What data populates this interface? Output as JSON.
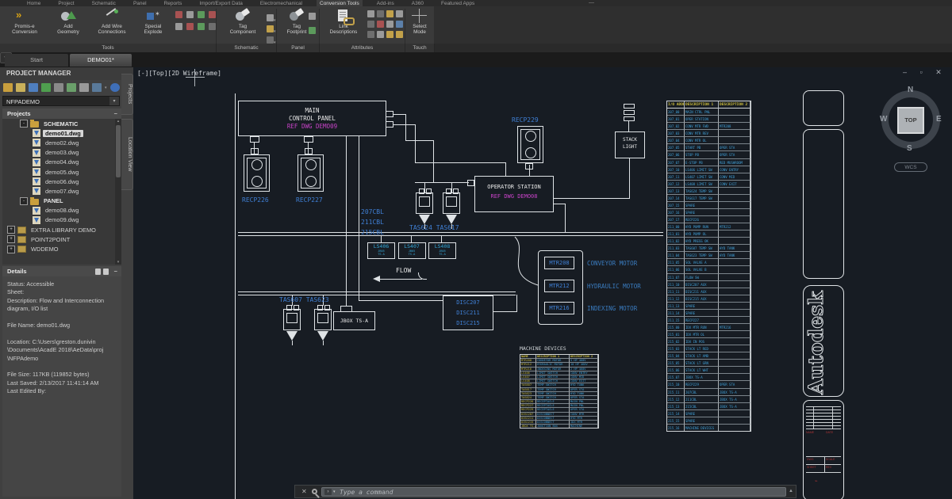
{
  "ribbon": {
    "tabs": [
      "Home",
      "Project",
      "Schematic",
      "Panel",
      "Reports",
      "Import/Export Data",
      "Electromechanical",
      "Conversion Tools",
      "Add-ins",
      "A360",
      "Featured Apps"
    ],
    "active_tab": "Conversion Tools",
    "window_min_glyph": "—",
    "big_buttons": {
      "promise_conversion": "Promis-e\nConversion",
      "add_geometry": "Add\nGeometry",
      "add_wire_connections": "Add Wire\nConnections",
      "special_explode": "Special\nExplode",
      "tag_component": "Tag\nComponent",
      "tag_footprint": "Tag\nFootprint",
      "link_descriptions": "Link\nDescriptions",
      "select_mode": "Select\nMode"
    },
    "group_labels": [
      "Tools",
      "Schematic",
      "Panel",
      "Attributes",
      "Touch"
    ]
  },
  "file_tabs": {
    "start": "Start",
    "drawing": "DEMO01*",
    "new_tab": "+"
  },
  "project_manager": {
    "title": "PROJECT MANAGER",
    "project_combo": "NFPADEMO",
    "combo_caret": "▾",
    "projects_header": "Projects",
    "projects_min": "−",
    "vertical_tabs": [
      "Projects",
      "Location View"
    ],
    "tree": [
      {
        "type": "folder",
        "label": "SCHEMATIC",
        "level": 1,
        "exp": "-"
      },
      {
        "type": "dwg",
        "label": "demo01.dwg",
        "level": 2,
        "selected": true
      },
      {
        "type": "dwg",
        "label": "demo02.dwg",
        "level": 2
      },
      {
        "type": "dwg",
        "label": "demo03.dwg",
        "level": 2
      },
      {
        "type": "dwg",
        "label": "demo04.dwg",
        "level": 2
      },
      {
        "type": "dwg",
        "label": "demo05.dwg",
        "level": 2
      },
      {
        "type": "dwg",
        "label": "demo06.dwg",
        "level": 2
      },
      {
        "type": "dwg",
        "label": "demo07.dwg",
        "level": 2
      },
      {
        "type": "folder",
        "label": "PANEL",
        "level": 1,
        "exp": "-"
      },
      {
        "type": "dwg",
        "label": "demo08.dwg",
        "level": 2
      },
      {
        "type": "dwg",
        "label": "demo09.dwg",
        "level": 2
      },
      {
        "type": "proj",
        "label": "EXTRA LIBRARY DEMO",
        "level": 0,
        "exp": "+"
      },
      {
        "type": "proj",
        "label": "POINT2POINT",
        "level": 0,
        "exp": "+"
      },
      {
        "type": "proj",
        "label": "WDDEMO",
        "level": 0,
        "exp": "+"
      }
    ],
    "details": {
      "title": "Details",
      "min": "−",
      "lines": [
        "Status: Accessible",
        "Sheet:",
        "Description: Flow and Interconnection",
        "diagram, I/O list",
        "",
        "File Name: demo01.dwg",
        "",
        "Location: C:\\Users\\greston.dunivin",
        "\\Documents\\AcadE 2018\\AeData\\proj",
        "\\NFPAdemo",
        "",
        "File Size: 117KB (119852 bytes)",
        "Last Saved: 2/13/2017 11:41:14 AM",
        "Last Edited By:"
      ]
    }
  },
  "canvas": {
    "viewport_label": "[-][Top][2D Wireframe]",
    "window_controls": [
      "–",
      "▫",
      "✕"
    ],
    "viewcube": {
      "n": "N",
      "s": "S",
      "e": "E",
      "w": "W",
      "top": "TOP",
      "wcs": "WCS"
    },
    "schematic": {
      "main_panel": {
        "line1": "MAIN",
        "line2": "CONTROL PANEL",
        "ref": "REF DWG DEMO09"
      },
      "operator_station": {
        "line1": "OPERATOR STATION",
        "ref": "REF DWG DEMO08"
      },
      "stack_light": [
        "STACK",
        "LIGHT"
      ],
      "receptacles": [
        "RECP226",
        "RECP227",
        "RECP229"
      ],
      "cables": [
        "207CBL",
        "211CBL",
        "215CBL"
      ],
      "tas_top": "TAS624 TAS617",
      "tas_bottom": "TAS607 TAS623",
      "ls_switches": [
        {
          "tag": "LS406",
          "sub1": "JB05",
          "sub2": "TS-A"
        },
        {
          "tag": "LS407",
          "sub1": "JB05",
          "sub2": "TS-A"
        },
        {
          "tag": "LS408",
          "sub1": "JB05",
          "sub2": "TS-A"
        }
      ],
      "jbox": "JBOX TS-A",
      "disc": [
        "DISC207",
        "DISC211",
        "DISC215"
      ],
      "motors": [
        {
          "tag": "MTR208",
          "desc": "CONVEYOR  MOTOR"
        },
        {
          "tag": "MTR212",
          "desc": "HYDRAULIC  MOTOR"
        },
        {
          "tag": "MTR216",
          "desc": "INDEXING  MOTOR"
        }
      ],
      "flow": "FLOW"
    },
    "io_table": {
      "headers": [
        "I/O ADDR",
        "DESCRIPTION 1",
        "DESCRIPTION 2"
      ],
      "rows": [
        [
          "207_00",
          "MAIN CTRL PNL",
          ""
        ],
        [
          "207_01",
          "OPER STATION",
          ""
        ],
        [
          "207_02",
          "CONV MTR FWD",
          "MTR208"
        ],
        [
          "207_03",
          "CONV MTR REV",
          ""
        ],
        [
          "207_04",
          "CONV MTR OL",
          ""
        ],
        [
          "207_05",
          "START PB",
          "OPER STA"
        ],
        [
          "207_06",
          "STOP PB",
          "OPER STA"
        ],
        [
          "207_07",
          "E-STOP PB",
          "RED MUSHROOM"
        ],
        [
          "207_10",
          "LS406 LIMIT SW",
          "CONV ENTRY"
        ],
        [
          "207_11",
          "LS407 LIMIT SW",
          "CONV MID"
        ],
        [
          "207_12",
          "LS408 LIMIT SW",
          "CONV EXIT"
        ],
        [
          "207_13",
          "TAS624 TEMP SW",
          ""
        ],
        [
          "207_14",
          "TAS617 TEMP SW",
          ""
        ],
        [
          "207_15",
          "SPARE",
          ""
        ],
        [
          "207_16",
          "SPARE",
          ""
        ],
        [
          "207_17",
          "RECP226",
          ""
        ],
        [
          "211_00",
          "HYD PUMP RUN",
          "MTR212"
        ],
        [
          "211_01",
          "HYD PUMP OL",
          ""
        ],
        [
          "211_02",
          "HYD PRESS OK",
          ""
        ],
        [
          "211_03",
          "TAS607 TEMP SW",
          "HYD TANK"
        ],
        [
          "211_04",
          "TAS623 TEMP SW",
          "HYD TANK"
        ],
        [
          "211_05",
          "SOL VALVE A",
          ""
        ],
        [
          "211_06",
          "SOL VALVE B",
          ""
        ],
        [
          "211_07",
          "FLOW SW",
          ""
        ],
        [
          "211_10",
          "DISC207 AUX",
          ""
        ],
        [
          "211_11",
          "DISC211 AUX",
          ""
        ],
        [
          "211_12",
          "DISC215 AUX",
          ""
        ],
        [
          "211_13",
          "SPARE",
          ""
        ],
        [
          "211_14",
          "SPARE",
          ""
        ],
        [
          "211_15",
          "RECP227",
          ""
        ],
        [
          "215_00",
          "IDX MTR RUN",
          "MTR216"
        ],
        [
          "215_01",
          "IDX MTR OL",
          ""
        ],
        [
          "215_02",
          "IDX IN POS",
          ""
        ],
        [
          "215_03",
          "STACK LT RED",
          ""
        ],
        [
          "215_04",
          "STACK LT AMB",
          ""
        ],
        [
          "215_05",
          "STACK LT GRN",
          ""
        ],
        [
          "215_06",
          "STACK LT WHT",
          ""
        ],
        [
          "215_07",
          "JBOX TS-A",
          ""
        ],
        [
          "215_10",
          "RECP229",
          "OPER STA"
        ],
        [
          "215_11",
          "207CBL",
          "JBOX TS-A"
        ],
        [
          "215_12",
          "211CBL",
          "JBOX TS-A"
        ],
        [
          "215_13",
          "215CBL",
          "JBOX TS-A"
        ],
        [
          "215_14",
          "SPARE",
          ""
        ],
        [
          "215_15",
          "SPARE",
          ""
        ],
        [
          "215_16",
          "MACHINE DEVICES",
          ""
        ]
      ]
    },
    "machine_table": {
      "title": "MACHINE DEVICES",
      "headers": [
        "NAME",
        "DESCRIPTION 1",
        "DESCRIPTION 2"
      ],
      "rows": [
        [
          "MTR208",
          "CONVEYOR MOTOR",
          "5 HP 460V"
        ],
        [
          "MTR212",
          "HYDRAULIC MOTOR",
          "10 HP 460V"
        ],
        [
          "MTR216",
          "INDEXING MOTOR",
          "2 HP 460V"
        ],
        [
          "LS406",
          "LIMIT SWITCH",
          "CONV ENTRY"
        ],
        [
          "LS407",
          "LIMIT SWITCH",
          "CONV MID"
        ],
        [
          "LS408",
          "LIMIT SWITCH",
          "CONV EXIT"
        ],
        [
          "TAS607",
          "TEMP SWITCH",
          "HYD TANK"
        ],
        [
          "TAS617",
          "TEMP SWITCH",
          "OPER STA"
        ],
        [
          "TAS623",
          "TEMP SWITCH",
          "HYD TANK"
        ],
        [
          "TAS624",
          "TEMP SWITCH",
          "OPER STA"
        ],
        [
          "RECP226",
          "RECEPTACLE",
          "MAIN PNL"
        ],
        [
          "RECP227",
          "RECEPTACLE",
          "MAIN PNL"
        ],
        [
          "RECP229",
          "RECEPTACLE",
          "OPER STA"
        ],
        [
          "DISC207",
          "DISCONNECT",
          "CONV MTR"
        ],
        [
          "DISC211",
          "DISCONNECT",
          "HYD MTR"
        ],
        [
          "DISC215",
          "DISCONNECT",
          "IDX MTR"
        ],
        [
          "JBOX TS-A",
          "JUNCTION BOX",
          "MACHINE"
        ]
      ]
    },
    "autodesk_logo": "Autodesk",
    "title_block_labels": [
      "NAME",
      "DATE",
      "DWG",
      "SCALE",
      "SHEET",
      "REV"
    ]
  },
  "command_bar": {
    "placeholder": "Type a command",
    "icon_glyph": "›",
    "caret": "▾",
    "up_arrow": "▲",
    "close": "✕"
  },
  "colors": {
    "canvas_bg": "#171c23",
    "line_white": "#dfe3e6",
    "label_blue": "#3f7fd4",
    "label_cyan": "#35a8d8",
    "label_magenta": "#c743c7",
    "table_yellow": "#cdbd3a",
    "title_red": "#b03434",
    "ribbon_bg": "#3a3a3a",
    "sidebar_bg": "#404040"
  }
}
